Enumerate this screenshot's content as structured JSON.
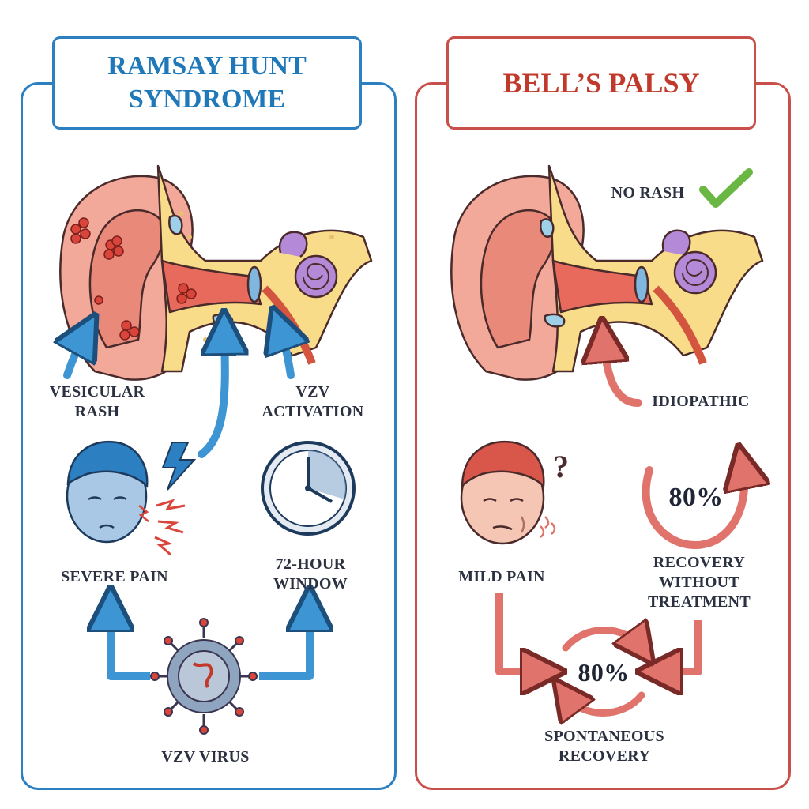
{
  "left": {
    "title_line1": "RAMSAY HUNT",
    "title_line2": "SYNDROME",
    "rash_line1": "VESICULAR",
    "rash_line2": "RASH",
    "activation_line1": "VZV",
    "activation_line2": "ACTIVATION",
    "pain": "SEVERE PAIN",
    "window_line1": "72-HOUR",
    "window_line2": "WINDOW",
    "virus": "VZV VIRUS"
  },
  "right": {
    "title": "BELL’S PALSY",
    "no_rash": "NO RASH",
    "idiopathic": "IDIOPATHIC",
    "pain": "MILD PAIN",
    "recovery_pct": "80%",
    "recovery_line1": "RECOVERY",
    "recovery_line2": "WITHOUT",
    "recovery_line3": "TREATMENT",
    "spont_pct": "80%",
    "spont_line1": "SPONTANEOUS",
    "spont_line2": "RECOVERY",
    "question_mark": "?"
  },
  "colors": {
    "blue_accent": "#2c7fc0",
    "red_accent": "#c9504a",
    "arrow_blue": "#3d96d3",
    "arrow_red": "#e0736b",
    "check_green": "#6ab843"
  }
}
